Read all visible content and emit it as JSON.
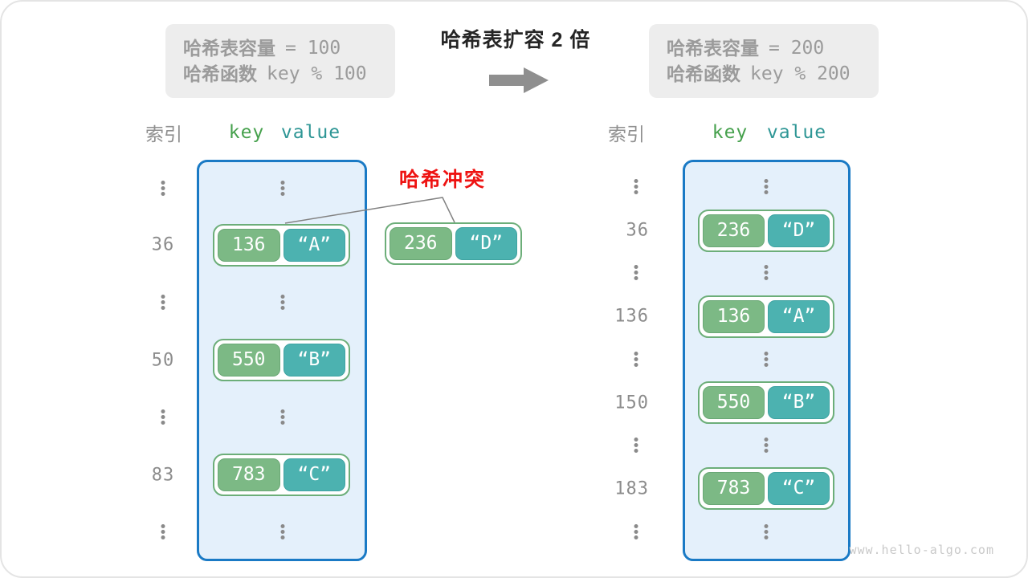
{
  "title": "哈希表扩容 2 倍",
  "collision_label": "哈希冲突",
  "watermark": "www.hello-algo.com",
  "caption_left": {
    "cap_zh": "哈希表容量",
    "cap_code": "= 100",
    "fn_zh": "哈希函数",
    "fn_code": "key % 100"
  },
  "caption_right": {
    "cap_zh": "哈希表容量",
    "cap_code": "= 200",
    "fn_zh": "哈希函数",
    "fn_code": "key % 200"
  },
  "headers_left": {
    "index": "索引",
    "key": "key",
    "value": "value"
  },
  "headers_right": {
    "index": "索引",
    "key": "key",
    "value": "value"
  },
  "left_table": {
    "indices": [
      "36",
      "50",
      "83"
    ],
    "pairs": [
      {
        "key": "136",
        "value": "“A”"
      },
      {
        "key": "550",
        "value": "“B”"
      },
      {
        "key": "783",
        "value": "“C”"
      }
    ]
  },
  "collision_pair": {
    "key": "236",
    "value": "“D”"
  },
  "right_table": {
    "indices": [
      "36",
      "136",
      "150",
      "183"
    ],
    "pairs": [
      {
        "key": "236",
        "value": "“D”"
      },
      {
        "key": "136",
        "value": "“A”"
      },
      {
        "key": "550",
        "value": "“B”"
      },
      {
        "key": "783",
        "value": "“C”"
      }
    ]
  },
  "colors": {
    "table_border_blue": "#1a7ac5",
    "table_bg_blue": "#e4f0fb",
    "key_green": "#7cb985",
    "value_teal": "#4cb2b0",
    "pair_border_green": "#6cae79",
    "collision_red": "#ee1312",
    "muted_gray": "#9b9b9b",
    "arrow_gray": "#8f8f8f"
  }
}
